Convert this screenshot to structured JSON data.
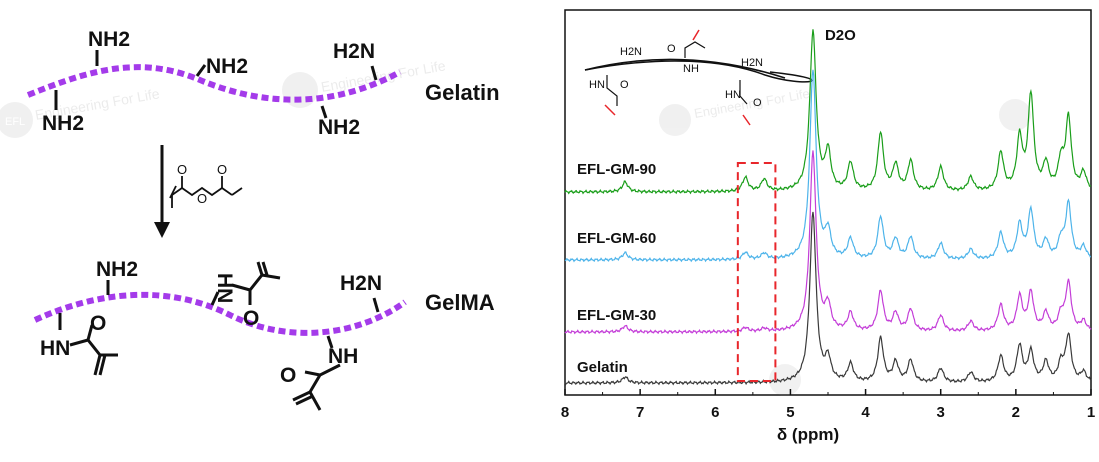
{
  "scheme": {
    "gelatin_groups": [
      "NH2",
      "NH2",
      "H2N",
      "NH2",
      "NH2"
    ],
    "gelatin_label": "Gelatin",
    "gelma_label": "GelMA",
    "gelma_groups": [
      "NH2",
      "H2N",
      "HN",
      "HN",
      "NH"
    ],
    "reagent_oxygen": [
      "O",
      "O",
      "O"
    ],
    "carbonyl_oxygen": [
      "O",
      "O",
      "O"
    ],
    "colors": {
      "backbone": "#a43bea",
      "acrylate": "#e8262b"
    }
  },
  "watermark": "Engineering For Life",
  "watermark_logo": "EFL",
  "inset": {
    "labels": [
      "H2N",
      "H2N",
      "NH",
      "HN",
      "HN",
      "O",
      "O",
      "O"
    ]
  },
  "chart_data": {
    "type": "line",
    "xlabel": "δ (ppm)",
    "xlim": [
      8,
      1
    ],
    "x_reversed": true,
    "xticks": [
      8,
      7,
      6,
      5,
      4,
      3,
      2,
      1
    ],
    "annotations": [
      {
        "text": "D2O",
        "x": 4.7
      }
    ],
    "highlight_region": {
      "x": [
        5.7,
        5.2
      ],
      "style": "red-dashed-box"
    },
    "series": [
      {
        "name": "EFL-GM-90",
        "color": "#1a9e1a",
        "peaks": [
          [
            7.2,
            10
          ],
          [
            5.6,
            14
          ],
          [
            5.35,
            12
          ],
          [
            4.7,
            160
          ],
          [
            4.5,
            38
          ],
          [
            4.2,
            28
          ],
          [
            3.8,
            58
          ],
          [
            3.6,
            26
          ],
          [
            3.4,
            30
          ],
          [
            3.0,
            24
          ],
          [
            2.6,
            14
          ],
          [
            2.2,
            38
          ],
          [
            1.95,
            52
          ],
          [
            1.8,
            95
          ],
          [
            1.6,
            26
          ],
          [
            1.4,
            28
          ],
          [
            1.3,
            72
          ],
          [
            1.1,
            18
          ]
        ]
      },
      {
        "name": "EFL-GM-60",
        "color": "#4eb4ea",
        "peaks": [
          [
            7.2,
            7
          ],
          [
            5.6,
            7
          ],
          [
            5.35,
            6
          ],
          [
            4.7,
            190
          ],
          [
            4.5,
            26
          ],
          [
            4.2,
            20
          ],
          [
            3.8,
            42
          ],
          [
            3.6,
            20
          ],
          [
            3.4,
            22
          ],
          [
            3.0,
            16
          ],
          [
            2.6,
            10
          ],
          [
            2.2,
            26
          ],
          [
            1.95,
            34
          ],
          [
            1.8,
            48
          ],
          [
            1.6,
            18
          ],
          [
            1.4,
            18
          ],
          [
            1.3,
            55
          ],
          [
            1.1,
            12
          ]
        ]
      },
      {
        "name": "EFL-GM-30",
        "color": "#c43ed8",
        "peaks": [
          [
            7.2,
            6
          ],
          [
            5.6,
            4
          ],
          [
            5.35,
            3
          ],
          [
            4.7,
            180
          ],
          [
            4.5,
            24
          ],
          [
            4.2,
            18
          ],
          [
            3.8,
            40
          ],
          [
            3.6,
            18
          ],
          [
            3.4,
            22
          ],
          [
            3.0,
            16
          ],
          [
            2.6,
            10
          ],
          [
            2.2,
            26
          ],
          [
            1.95,
            34
          ],
          [
            1.8,
            38
          ],
          [
            1.6,
            18
          ],
          [
            1.4,
            16
          ],
          [
            1.3,
            48
          ],
          [
            1.1,
            10
          ]
        ]
      },
      {
        "name": "Gelatin",
        "color": "#3a3a3a",
        "peaks": [
          [
            7.2,
            6
          ],
          [
            4.7,
            170
          ],
          [
            4.5,
            22
          ],
          [
            4.2,
            18
          ],
          [
            3.8,
            44
          ],
          [
            3.6,
            20
          ],
          [
            3.4,
            22
          ],
          [
            3.0,
            14
          ],
          [
            2.6,
            10
          ],
          [
            2.2,
            26
          ],
          [
            1.95,
            36
          ],
          [
            1.8,
            30
          ],
          [
            1.6,
            20
          ],
          [
            1.4,
            18
          ],
          [
            1.3,
            46
          ],
          [
            1.1,
            10
          ]
        ]
      }
    ]
  }
}
